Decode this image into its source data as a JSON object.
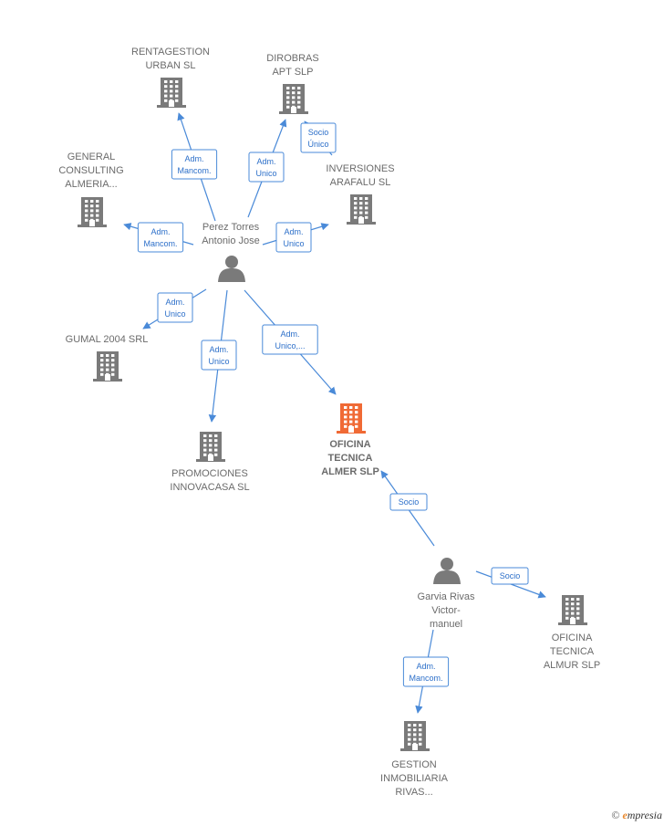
{
  "colors": {
    "building": "#7a7a7a",
    "building_focus": "#f06a35",
    "person": "#7a7a7a",
    "edge": "#4a8ad8",
    "edge_text": "#2c6fc9"
  },
  "icons": {
    "company": "building-icon",
    "person": "person-icon",
    "copyright": "copyright-icon"
  },
  "nodes": [
    {
      "id": "rentagestion",
      "kind": "company",
      "lines": [
        "RENTAGESTION",
        "URBAN  SL"
      ]
    },
    {
      "id": "dirobras",
      "kind": "company",
      "lines": [
        "DIROBRAS",
        "APT SLP"
      ]
    },
    {
      "id": "general",
      "kind": "company",
      "lines": [
        "GENERAL",
        "CONSULTING",
        "ALMERIA..."
      ]
    },
    {
      "id": "inversiones",
      "kind": "company",
      "lines": [
        "INVERSIONES",
        "ARAFALU SL"
      ]
    },
    {
      "id": "perez",
      "kind": "person",
      "lines": [
        "Perez Torres",
        "Antonio Jose"
      ]
    },
    {
      "id": "gumal",
      "kind": "company",
      "lines": [
        "GUMAL 2004 SRL"
      ]
    },
    {
      "id": "promociones",
      "kind": "company",
      "lines": [
        "PROMOCIONES",
        "INNOVACASA SL"
      ]
    },
    {
      "id": "oficina_almer",
      "kind": "company",
      "focus": true,
      "lines": [
        "OFICINA",
        "TECNICA",
        "ALMER  SLP"
      ]
    },
    {
      "id": "garvia",
      "kind": "person",
      "lines": [
        "Garvia Rivas",
        "Victor-",
        "manuel"
      ]
    },
    {
      "id": "oficina_almur",
      "kind": "company",
      "lines": [
        "OFICINA",
        "TECNICA",
        "ALMUR  SLP"
      ]
    },
    {
      "id": "gestion",
      "kind": "company",
      "lines": [
        "GESTION",
        "INMOBILIARIA",
        "RIVAS..."
      ]
    }
  ],
  "edges": [
    {
      "from": "perez",
      "to": "rentagestion",
      "label": [
        "Adm.",
        "Mancom."
      ]
    },
    {
      "from": "perez",
      "to": "dirobras",
      "label": [
        "Adm.",
        "Unico"
      ]
    },
    {
      "from": "inversiones",
      "to": "dirobras",
      "label": [
        "Socio",
        "Único"
      ]
    },
    {
      "from": "perez",
      "to": "general",
      "label": [
        "Adm.",
        "Mancom."
      ]
    },
    {
      "from": "perez",
      "to": "inversiones",
      "label": [
        "Adm.",
        "Unico"
      ]
    },
    {
      "from": "perez",
      "to": "gumal",
      "label": [
        "Adm.",
        "Unico"
      ]
    },
    {
      "from": "perez",
      "to": "promociones",
      "label": [
        "Adm.",
        "Unico"
      ]
    },
    {
      "from": "perez",
      "to": "oficina_almer",
      "label": [
        "Adm.",
        "Unico,..."
      ]
    },
    {
      "from": "garvia",
      "to": "oficina_almer",
      "label": [
        "Socio"
      ]
    },
    {
      "from": "garvia",
      "to": "oficina_almur",
      "label": [
        "Socio"
      ]
    },
    {
      "from": "garvia",
      "to": "gestion",
      "label": [
        "Adm.",
        "Mancom."
      ]
    }
  ],
  "footer": {
    "symbol": "©",
    "brand_initial": "e",
    "brand_rest": "mpresia"
  }
}
